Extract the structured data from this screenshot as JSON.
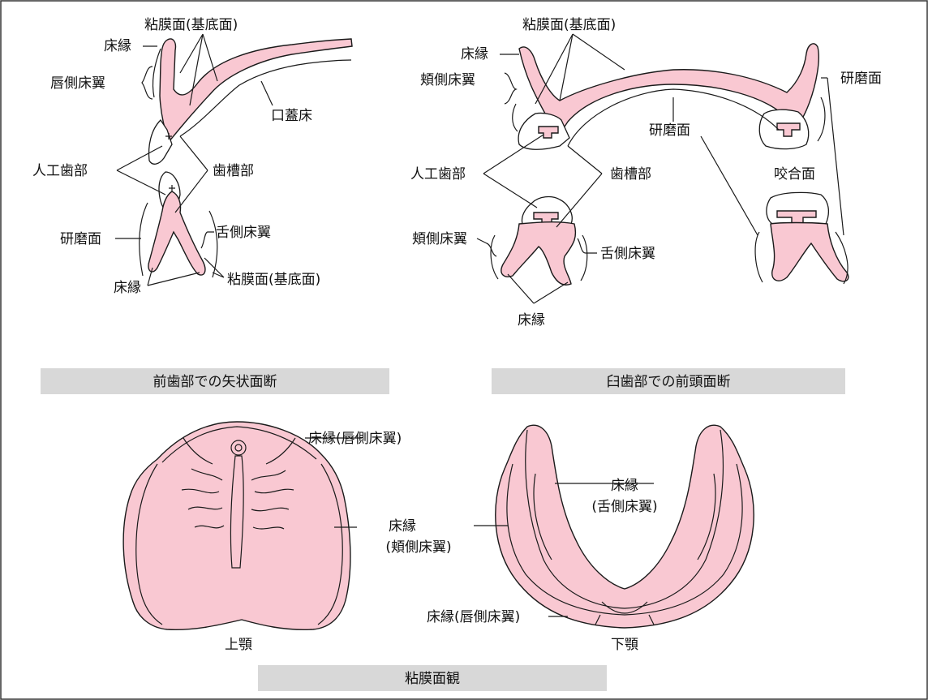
{
  "colors": {
    "denture_base": "#f9c8d2",
    "outline": "#1a1a1a",
    "caption_band": "#d8d8d8",
    "background": "#ffffff"
  },
  "sagittal": {
    "caption": "前歯部での矢状面断",
    "labels": {
      "mucosal_top": "粘膜面(基底面)",
      "border_top": "床縁",
      "labial_flange": "唇側床翼",
      "palate_plate": "口蓋床",
      "artificial_teeth": "人工歯部",
      "alveolar": "歯槽部",
      "polished": "研磨面",
      "lingual_flange": "舌側床翼",
      "border_bottom": "床縁",
      "mucosal_bottom": "粘膜面(基底面)"
    }
  },
  "frontal": {
    "caption": "臼歯部での前頭面断",
    "labels": {
      "mucosal_top": "粘膜面(基底面)",
      "border_top": "床縁",
      "buccal_flange_top": "頬側床翼",
      "polished_right": "研磨面",
      "polished_mid": "研磨面",
      "artificial_teeth": "人工歯部",
      "alveolar": "歯槽部",
      "occlusal": "咬合面",
      "buccal_flange_bottom": "頬側床翼",
      "lingual_flange": "舌側床翼",
      "border_bottom": "床縁"
    }
  },
  "mucosal_view": {
    "caption": "粘膜面観",
    "upper": {
      "title": "上顎",
      "labial_border": "床縁(唇側床翼)",
      "buccal_border_line1": "床縁",
      "buccal_border_line2": "(頬側床翼)"
    },
    "lower": {
      "title": "下顎",
      "lingual_border_line1": "床縁",
      "lingual_border_line2": "(舌側床翼)",
      "labial_border": "床縁(唇側床翼)"
    }
  }
}
